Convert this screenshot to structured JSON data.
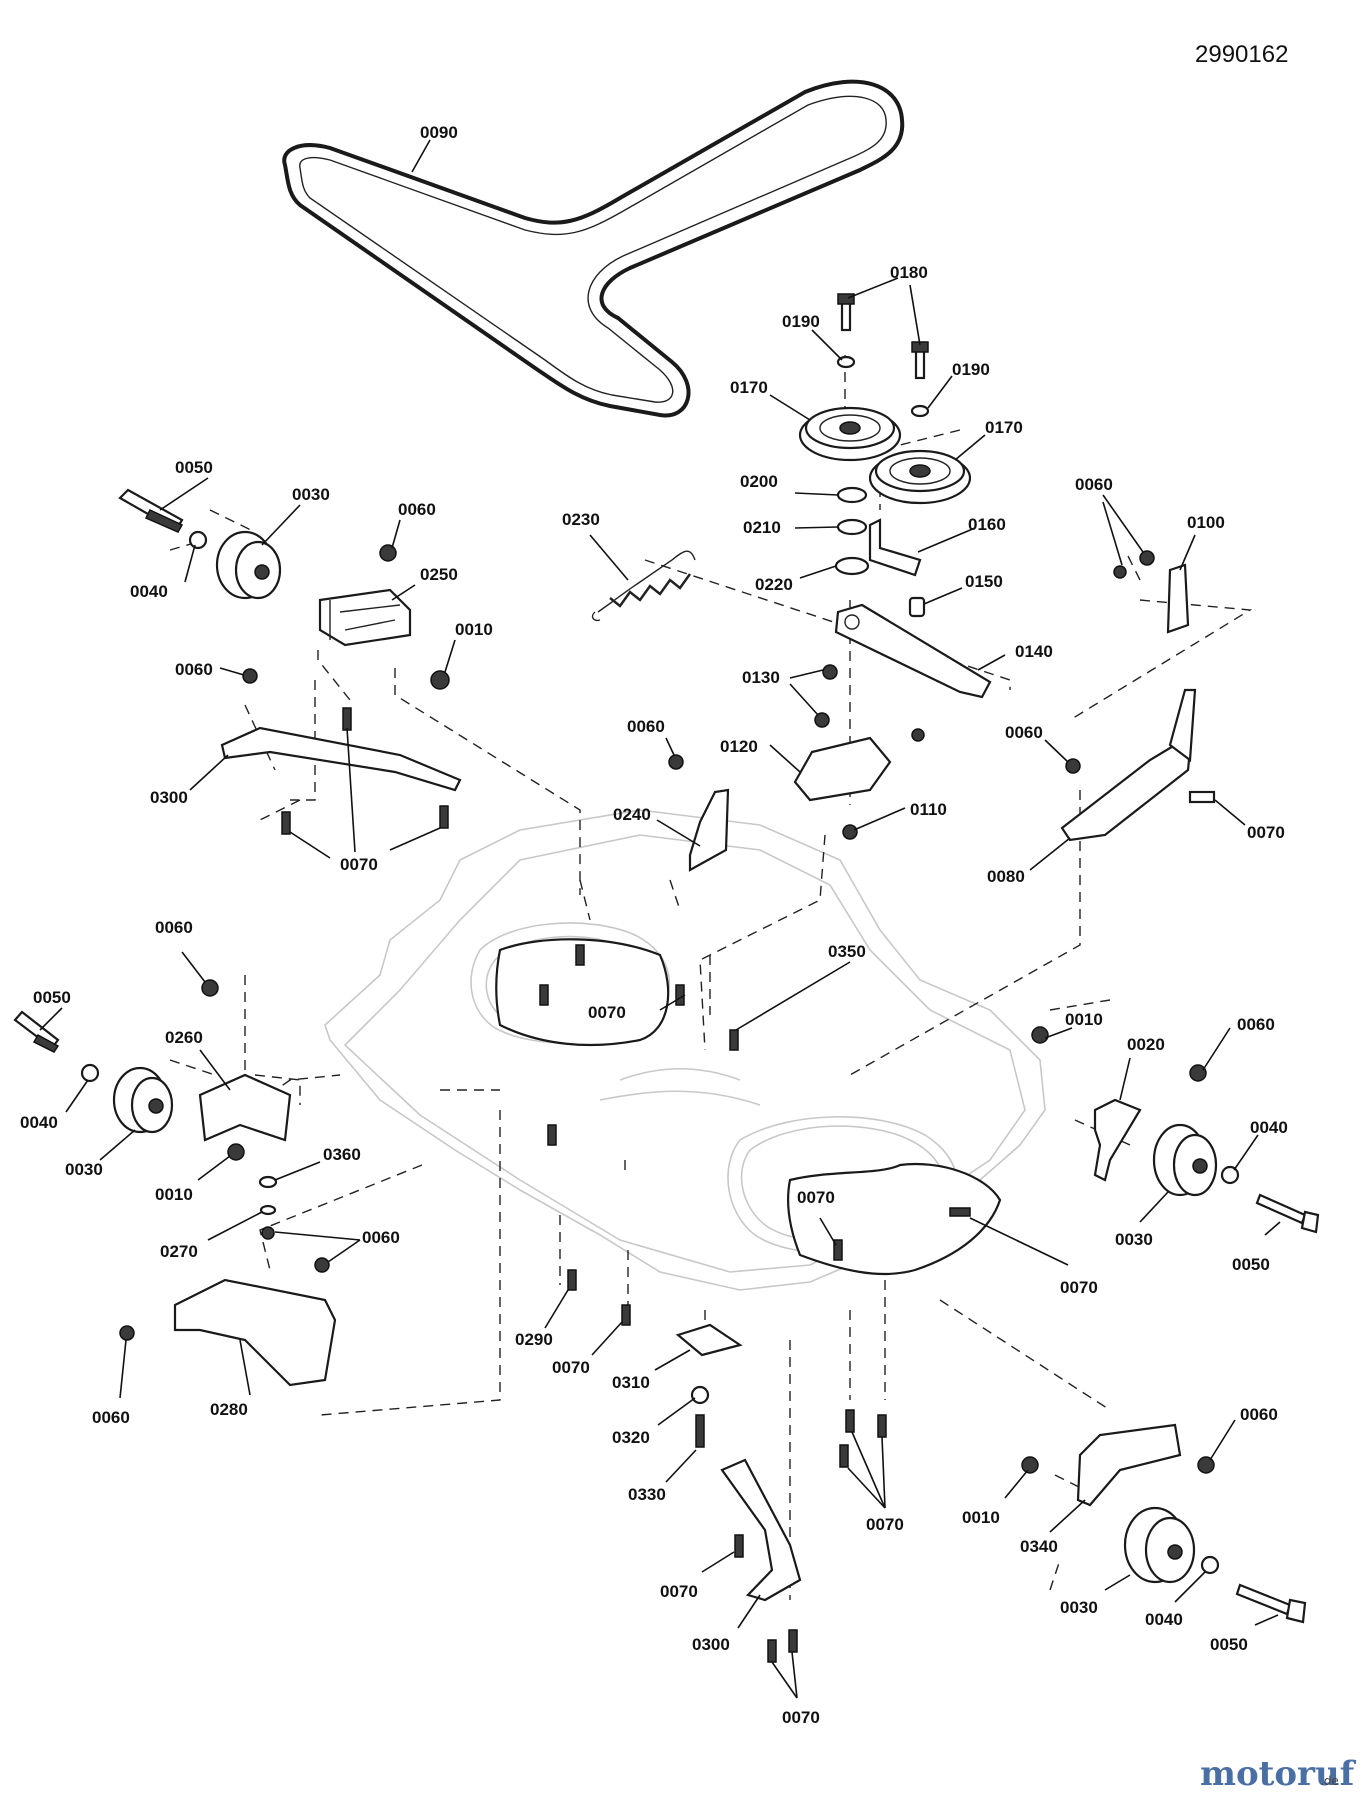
{
  "document_number": "2990162",
  "watermark": {
    "brand": "motoruf",
    "suffix": ".de"
  },
  "labels": {
    "p0090": "0090",
    "p0180": "0180",
    "p0190a": "0190",
    "p0190b": "0190",
    "p0170a": "0170",
    "p0170b": "0170",
    "p0200": "0200",
    "p0210": "0210",
    "p0220": "0220",
    "p0160": "0160",
    "p0150": "0150",
    "p0140": "0140",
    "p0230": "0230",
    "p0050a": "0050",
    "p0030a": "0030",
    "p0040a": "0040",
    "p0060a": "0060",
    "p0250": "0250",
    "p0010a": "0010",
    "p0060b": "0060",
    "p0300a": "0300",
    "p0070a": "0070",
    "p0060c": "0060",
    "p0100": "0100",
    "p0130": "0130",
    "p0120": "0120",
    "p0110": "0110",
    "p0060d": "0060",
    "p0240": "0240",
    "p0060e": "0060",
    "p0070b": "0070",
    "p0080": "0080",
    "p0060f": "0060",
    "p0350": "0350",
    "p0070c": "0070",
    "p0050b": "0050",
    "p0260": "0260",
    "p0040b": "0040",
    "p0030b": "0030",
    "p0010b": "0010",
    "p0360": "0360",
    "p0270": "0270",
    "p0060g": "0060",
    "p0060h": "0060",
    "p0280": "0280",
    "p0290": "0290",
    "p0070d": "0070",
    "p0310": "0310",
    "p0320": "0320",
    "p0330": "0330",
    "p0070e": "0070",
    "p0300b": "0300",
    "p0070f": "0070",
    "p0070g": "0070",
    "p0010c": "0010",
    "p0020": "0020",
    "p0060i": "0060",
    "p0040c": "0040",
    "p0030c": "0030",
    "p0050c": "0050",
    "p0070h": "0070",
    "p0070i": "0070",
    "p0060j": "0060",
    "p0010d": "0010",
    "p0340": "0340",
    "p0030d": "0030",
    "p0040d": "0040",
    "p0050d": "0050"
  }
}
